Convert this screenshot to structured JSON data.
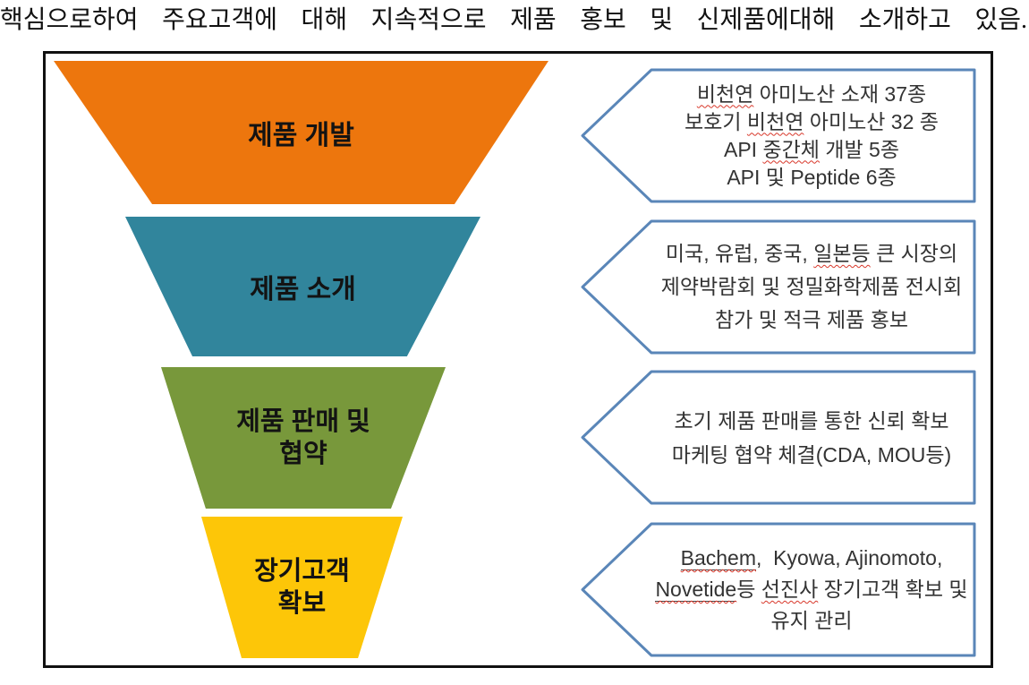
{
  "page": {
    "top_line": "핵심으로하여 주요고객에 대해 지속적으로 제품 홍보 및 신제품에대해 소개하고 있음."
  },
  "colors": {
    "frame_border": "#111111",
    "callout_border": "#5A86B8",
    "funnel_orange": "#ED760D",
    "funnel_teal": "#31859C",
    "funnel_olive": "#78983B",
    "funnel_yellow": "#FDC608",
    "spellcheck_red": "#D8372A"
  },
  "funnel": {
    "segments": [
      {
        "id": "product-development",
        "label": "제품 개발",
        "color": "#ED760D"
      },
      {
        "id": "product-introduction",
        "label": "제품 소개",
        "color": "#31859C"
      },
      {
        "id": "product-sales-agreement",
        "label": "제품 판매 및\n협약",
        "color": "#78983B"
      },
      {
        "id": "longterm-customer",
        "label": "장기고객\n확보",
        "color": "#FDC608"
      }
    ]
  },
  "callouts": [
    {
      "id": "development-details",
      "lines": [
        [
          {
            "t": "비천연",
            "sp": true
          },
          {
            "t": " 아미노산 소재 37종"
          }
        ],
        [
          {
            "t": "보호기 "
          },
          {
            "t": "비천연",
            "sp": true
          },
          {
            "t": " 아미노산 32 종"
          }
        ],
        [
          {
            "t": "API "
          },
          {
            "t": "중간체",
            "sp": true
          },
          {
            "t": " 개발 5종"
          }
        ],
        [
          {
            "t": "API 및 Peptide 6종"
          }
        ]
      ]
    },
    {
      "id": "introduction-details",
      "lines": [
        [
          {
            "t": "미국, 유럽, 중국, "
          },
          {
            "t": "일본등",
            "sp": true
          },
          {
            "t": " 큰 시장의"
          }
        ],
        [
          {
            "t": "제약박람회 및 정밀화학제품 전시회"
          }
        ],
        [
          {
            "t": "참가 및 적극 제품 홍보"
          }
        ]
      ]
    },
    {
      "id": "sales-agreement-details",
      "lines": [
        [
          {
            "t": "초기 제품 판매를 통한 신뢰 확보"
          }
        ],
        [
          {
            "t": "마케팅 협약 체결(CDA, MOU등)"
          }
        ]
      ]
    },
    {
      "id": "longterm-customer-details",
      "lines": [
        [
          {
            "t": "Bachem",
            "sp": true,
            "ul": true
          },
          {
            "t": ",  Kyowa, Ajinomoto,"
          }
        ],
        [
          {
            "t": "Novetide",
            "sp": true,
            "ul": true
          },
          {
            "t": "등 "
          },
          {
            "t": "선진사",
            "sp": true
          },
          {
            "t": " 장기고객 확보 및"
          }
        ],
        [
          {
            "t": "유지 관리"
          }
        ]
      ]
    }
  ]
}
